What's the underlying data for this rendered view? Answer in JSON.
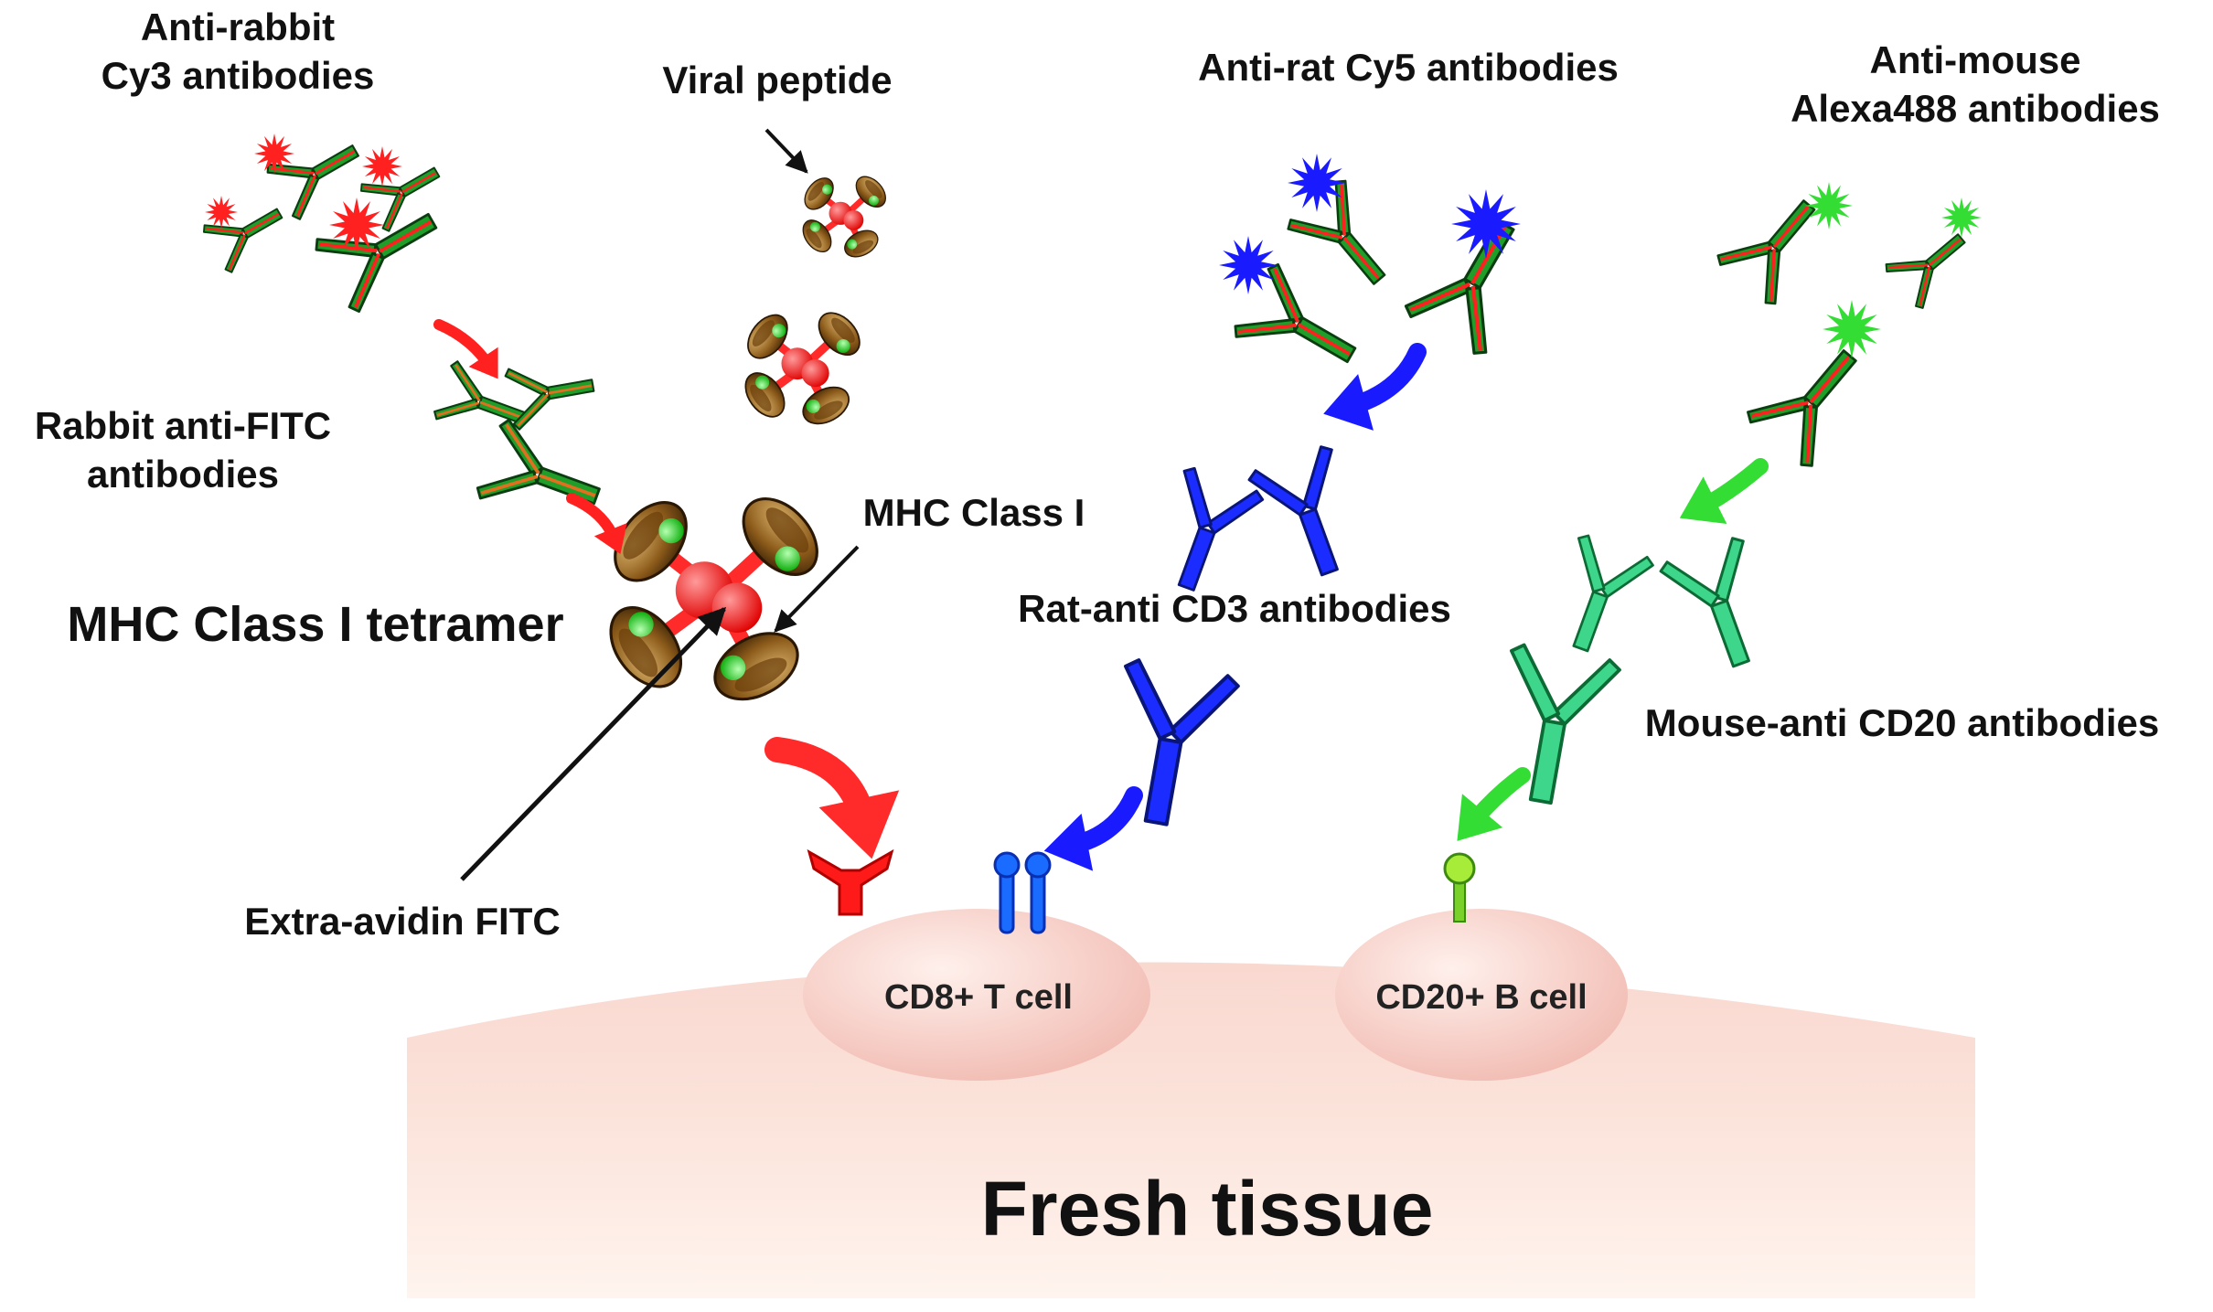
{
  "labels": {
    "anti_rabbit": [
      "Anti-rabbit",
      "Cy3 antibodies"
    ],
    "viral_peptide": "Viral peptide",
    "anti_rat": "Anti-rat Cy5 antibodies",
    "anti_mouse": [
      "Anti-mouse",
      "Alexa488 antibodies"
    ],
    "rabbit_anti_fitc": [
      "Rabbit anti-FITC",
      "antibodies"
    ],
    "mhc_class_i": "MHC Class I",
    "mhc_tetramer": "MHC Class I tetramer",
    "rat_anti_cd3": "Rat-anti CD3 antibodies",
    "mouse_anti_cd20": "Mouse-anti CD20 antibodies",
    "extra_avidin": "Extra-avidin FITC",
    "cd8_cell": "CD8+ T cell",
    "cd20_cell": "CD20+ B cell",
    "fresh_tissue": "Fresh tissue"
  },
  "colors": {
    "cy3": "#ff2020",
    "cy5": "#1a1aff",
    "alexa488": "#33dd33",
    "mhc": "#8b5a1a",
    "fitc_green": "#22cc22",
    "streptavidin": "#ff2a2a",
    "tissue": "#f7d6cc",
    "cell": "#f6c9c2"
  },
  "icons": [
    "fluorophore-star-icon",
    "antibody-y-icon",
    "mhc-tetramer-icon",
    "receptor-icon",
    "curved-arrow-icon"
  ]
}
